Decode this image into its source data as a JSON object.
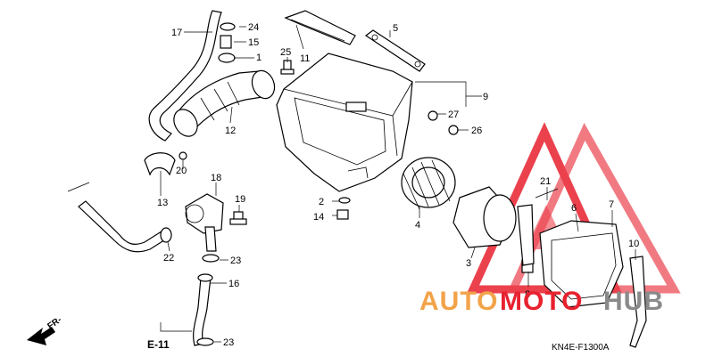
{
  "diagram": {
    "labels": {
      "p1": "1",
      "p2": "2",
      "p3": "3",
      "p4": "4",
      "p5": "5",
      "p6": "6",
      "p7": "7",
      "p8": "8",
      "p9": "9",
      "p10": "10",
      "p11": "11",
      "p12": "12",
      "p13": "13",
      "p14": "14",
      "p15": "15",
      "p16": "16",
      "p17": "17",
      "p18": "18",
      "p19": "19",
      "p20": "20",
      "p21": "21",
      "p22": "22",
      "p23a": "23",
      "p23b": "23",
      "p24": "24",
      "p25": "25",
      "p26": "26",
      "p27": "27"
    },
    "fr_label": "FR-",
    "ref_label": "E-11",
    "diagram_code": "KN4E-F1300A"
  },
  "watermark": {
    "text_orange": "AUTO",
    "text_red": "MOTO",
    "text_gray": "HUB",
    "colors": {
      "orange": "#f2a34a",
      "red": "#e8212f",
      "gray": "#8a8a8a"
    },
    "logo_icon": "triangle-logo-icon"
  }
}
